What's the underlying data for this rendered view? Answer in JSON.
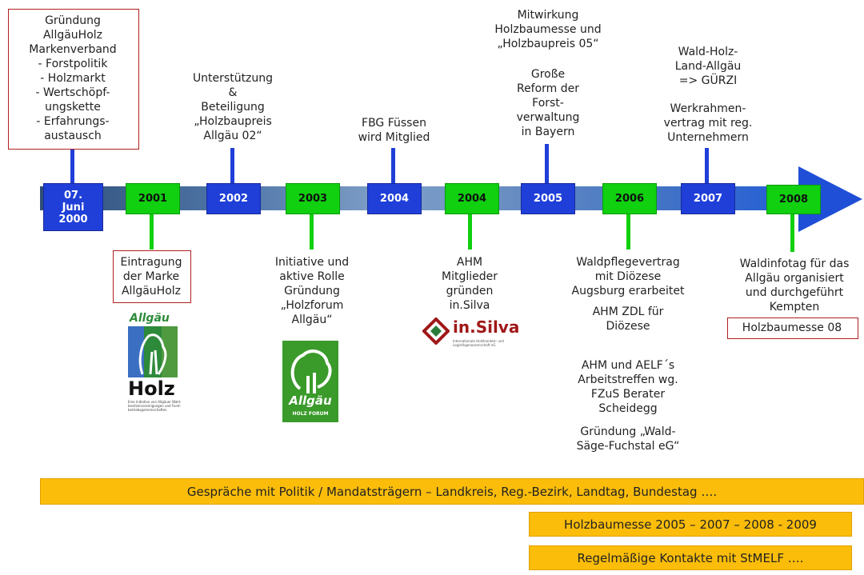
{
  "timeline": {
    "years": {
      "y2000": "07.\nJuni\n2000",
      "y2001": "2001",
      "y2002": "2002",
      "y2003": "2003",
      "y2004a": "2004",
      "y2004b": "2004",
      "y2005": "2005",
      "y2006": "2006",
      "y2007": "2007",
      "y2008": "2008"
    }
  },
  "above": {
    "e2000": "Gründung\nAllgäuHolz\nMarkenverband\n- Forstpolitik\n- Holzmarkt\n- Wertschöpf-\nungskette\n- Erfahrungs-\naustausch",
    "e2002": "Unterstützung\n&\nBeteiligung\n„Holzbaupreis\nAllgäu 02“",
    "e2004": "FBG Füssen\nwird Mitglied",
    "e2005a": "Mitwirkung\nHolzbaumesse und\n„Holzbaupreis 05“",
    "e2005b": "Große\nReform der\nForst-\nverwaltung\nin Bayern",
    "e2007a": "Wald-Holz-\nLand-Allgäu\n=> GÜRZI",
    "e2007b": "Werkrahmen-\nvertrag mit reg.\nUnternehmern"
  },
  "below": {
    "e2001": "Eintragung\nder Marke\nAllgäuHolz",
    "e2003": "Initiative und\naktive Rolle\nGründung\n„Holzforum\nAllgäu“",
    "e2004": "AHM\nMitglieder\ngründen\nin.Silva",
    "e2006a": "Waldpflegevertrag\nmit Diözese\nAugsburg erarbeitet",
    "e2006b": "AHM ZDL für\nDiözese",
    "e2006c": "AHM und AELF´s\nArbeitstreffen wg.\nFZuS Berater\nScheidegg",
    "e2006d": "Gründung „Wald-\nSäge-Fuchstal eG“",
    "e2008a": "Waldinfotag für das\nAllgäu organisiert\nund durchgeführt\nKempten",
    "e2008b": "Holzbaumesse 08"
  },
  "logos": {
    "allgaeu_holz": {
      "top": "Allgäu",
      "bottom": "Holz",
      "small": "Eine Initiative von Allgäuer Wald-\nbesitzervereinigungen und Forst-\nbetriebsgemeinschaften"
    },
    "holzforum": {
      "top": "Allgäu",
      "bottom": "HOLZ FORUM"
    },
    "insilva": {
      "name": "in.Silva",
      "small": "Internationale Holzhandels- und\nLogistikgenossenschaft eG"
    }
  },
  "bars": {
    "b1": "Gespräche mit Politik / Mandatsträgern – Landkreis, Reg.-Bezirk, Landtag, Bundestag ….",
    "b2": "Holzbaumesse 2005 – 2007 – 2008 - 2009",
    "b3": "Regelmäßige Kontakte mit StMELF …."
  },
  "colors": {
    "blue": "#1f3fd8",
    "green": "#10d010",
    "yellow": "#fbbd0a",
    "red_border": "#b02020"
  }
}
